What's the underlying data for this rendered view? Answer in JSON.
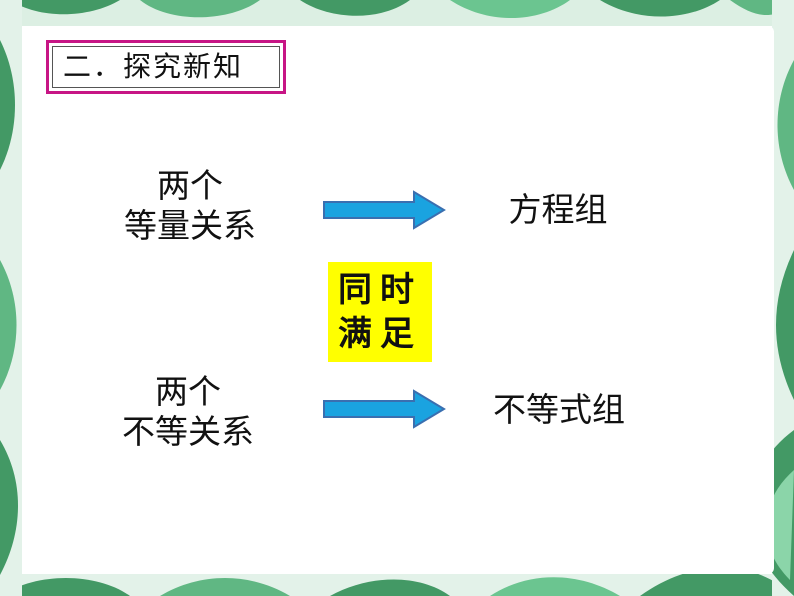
{
  "title": "二．探究新知",
  "top_left": {
    "line1": "两个",
    "line2": "等量关系"
  },
  "top_right": "方程组",
  "center": {
    "line1": "同时",
    "line2": "满足"
  },
  "bottom_left": {
    "line1": "两个",
    "line2": "不等关系"
  },
  "bottom_right": "不等式组",
  "colors": {
    "arrow": "#1aa3e0",
    "arrow_edge": "#3a6fb0",
    "center_bg": "#ffff00",
    "title_border": "#c71585",
    "leaf": "#2e8b57"
  }
}
